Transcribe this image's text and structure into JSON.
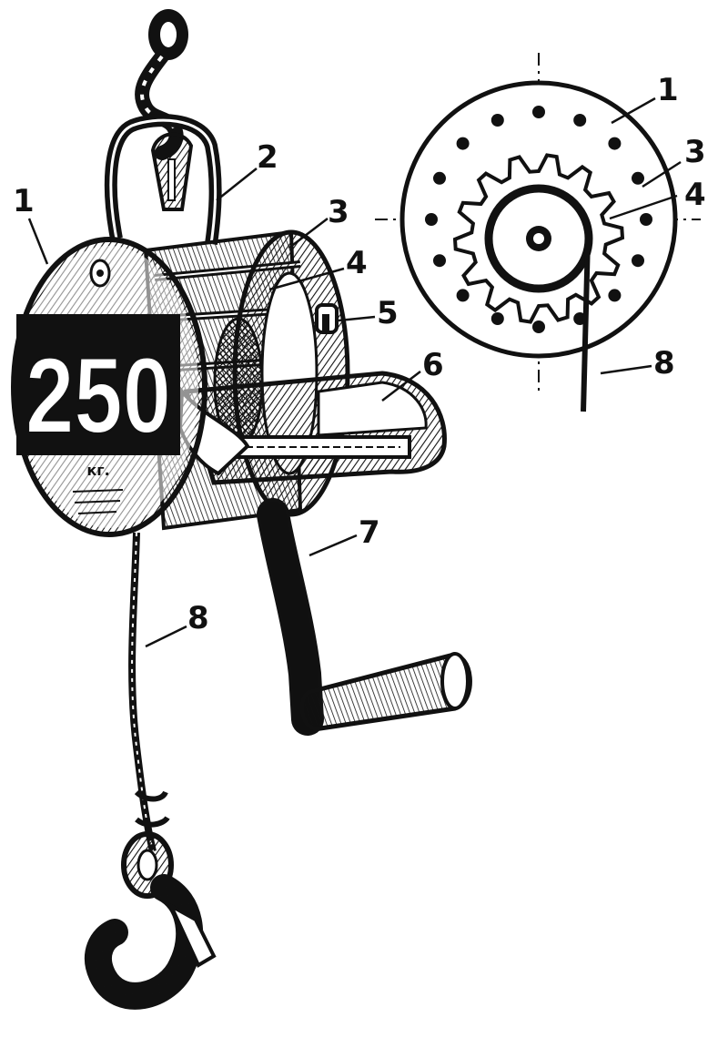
{
  "winch": {
    "capacity_number": "250",
    "capacity_unit": "кг."
  },
  "labels": {
    "main": [
      "1",
      "2",
      "3",
      "4",
      "5",
      "6",
      "7",
      "8"
    ],
    "detail": [
      "1",
      "3",
      "4",
      "8"
    ]
  }
}
